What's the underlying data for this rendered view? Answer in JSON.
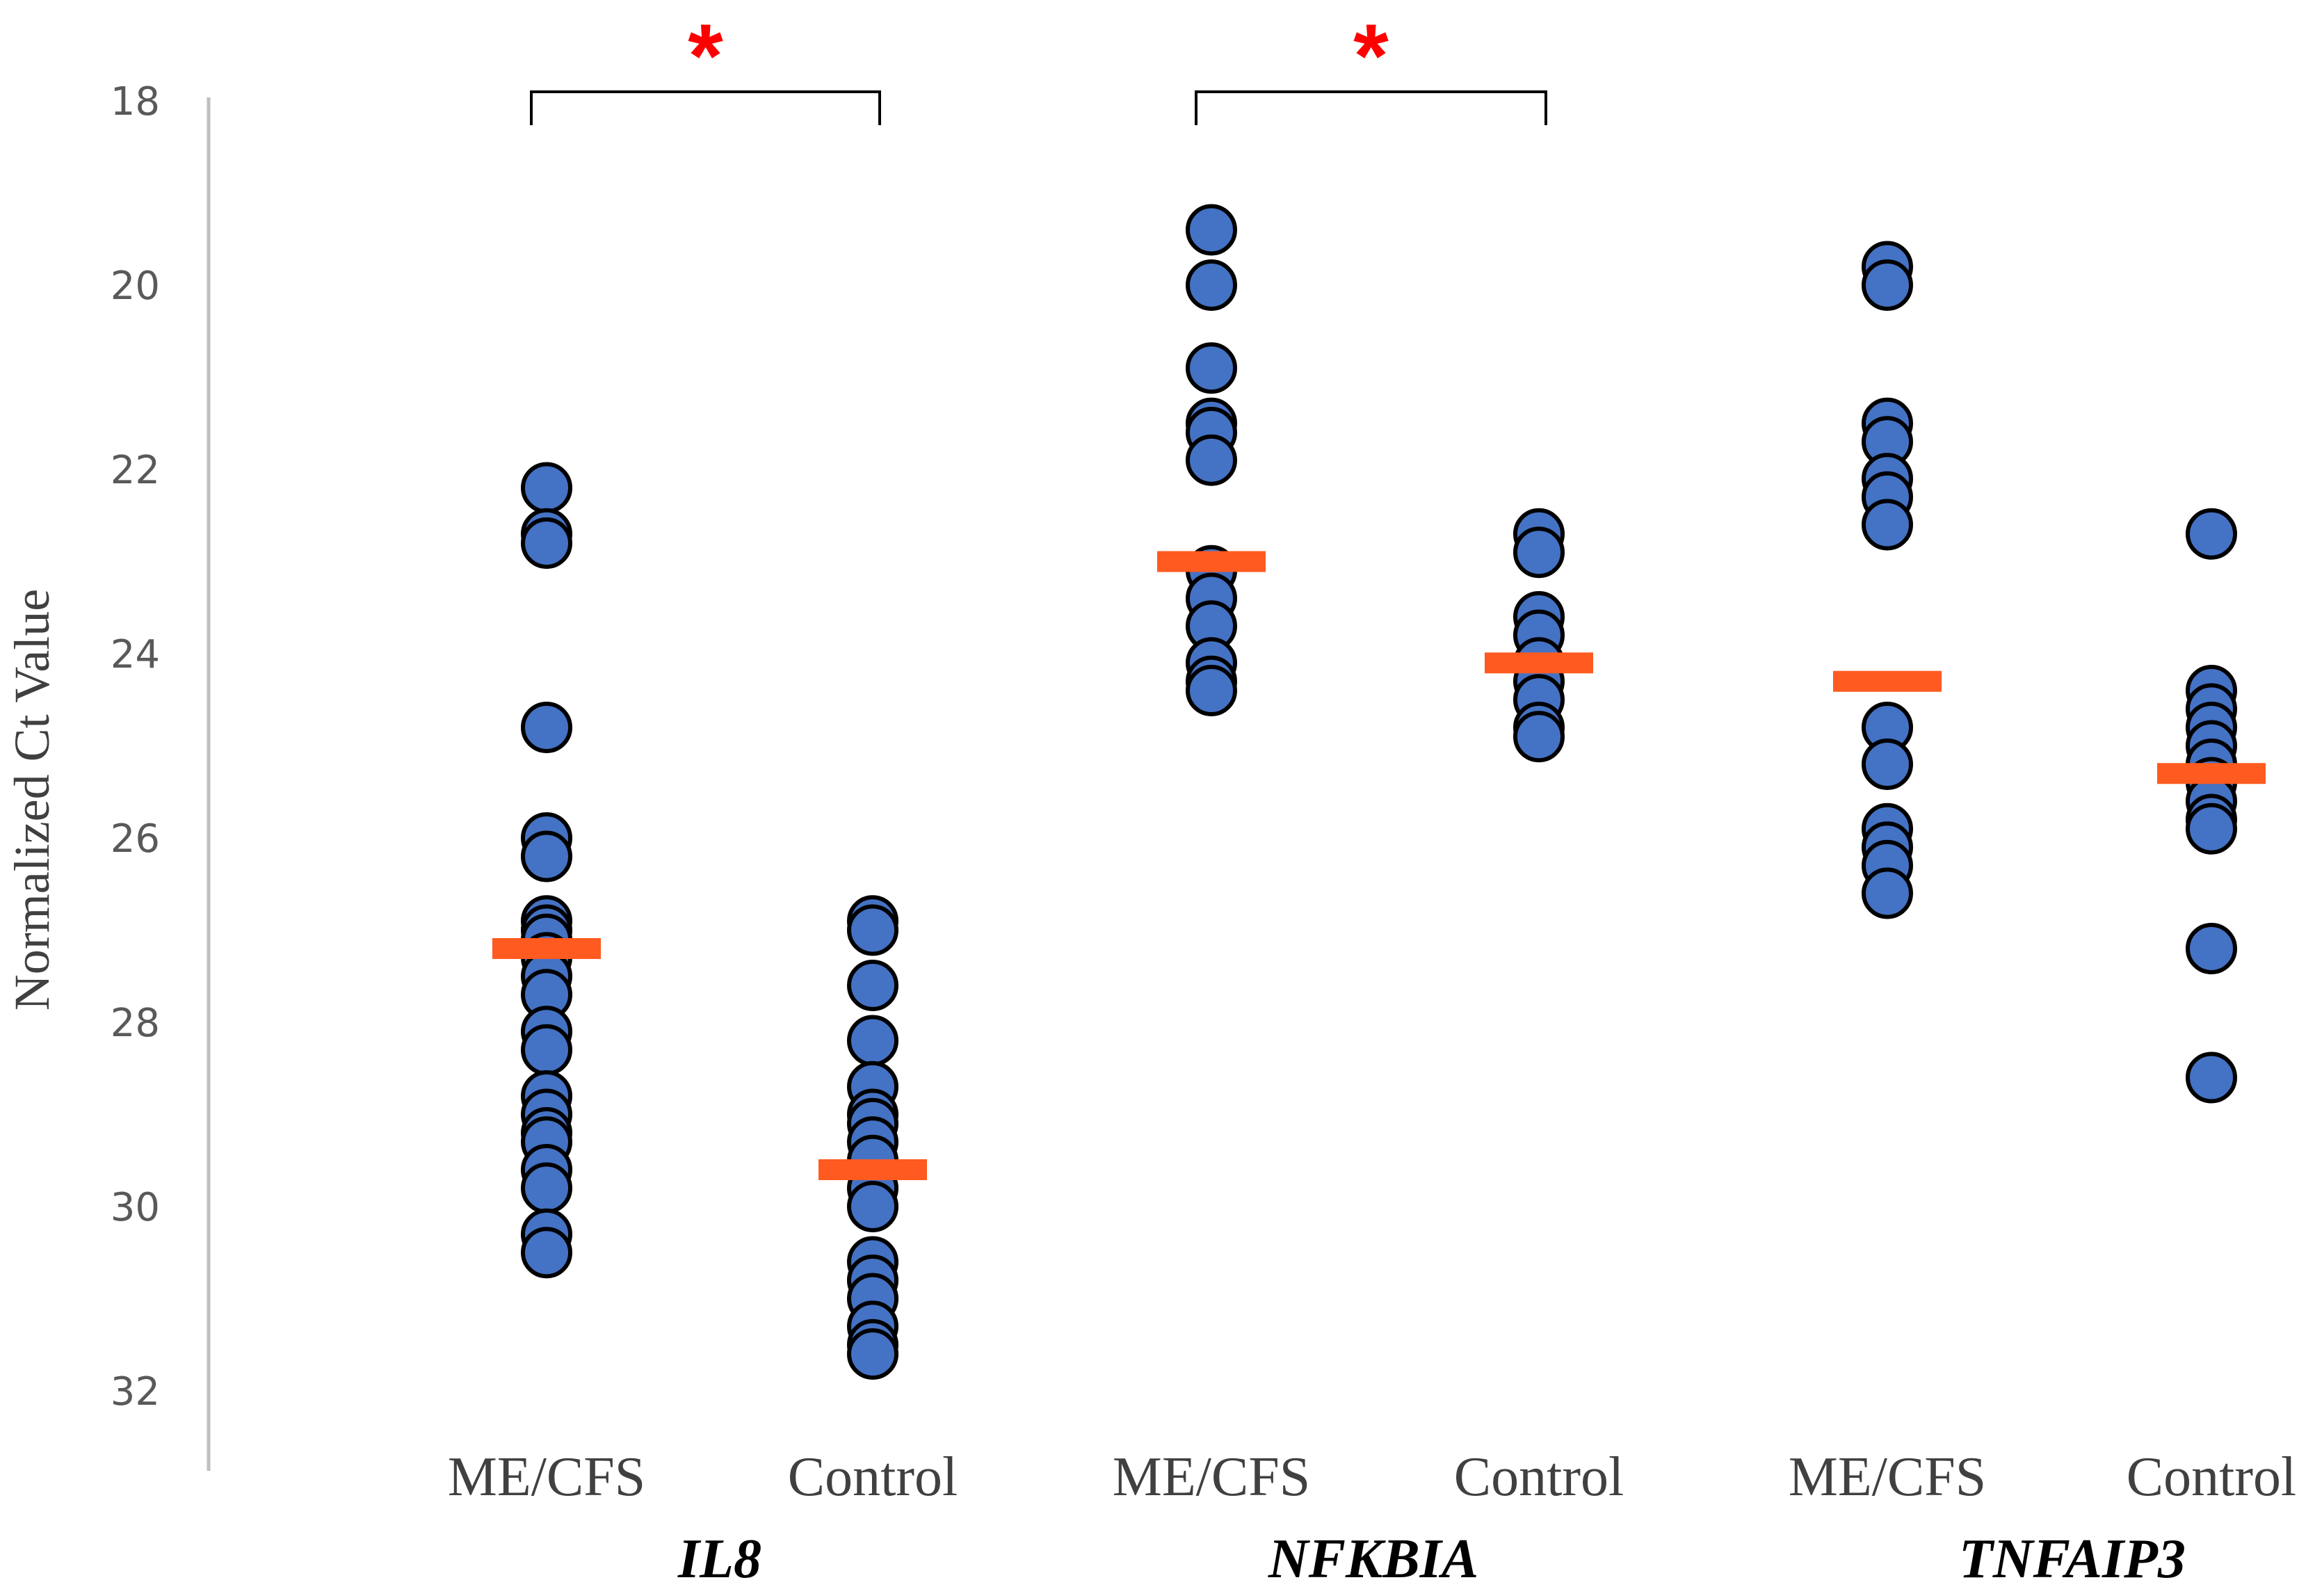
{
  "chart_data": {
    "type": "scatter",
    "title": "",
    "ylabel": "Normalized Ct Value",
    "ylim": [
      18,
      33
    ],
    "y_inverted": true,
    "yticks": [
      18,
      20,
      22,
      24,
      26,
      28,
      30,
      32
    ],
    "grid": false,
    "legend": "none",
    "categories": [
      "ME/CFS",
      "Control",
      "ME/CFS",
      "Control",
      "ME/CFS",
      "Control"
    ],
    "genes": [
      "IL8",
      "NFKBIA",
      "TNFAIP3"
    ],
    "colors": {
      "point_fill": "#4472c4",
      "point_stroke": "#000000",
      "mean": "#ff5a1f",
      "axis": "#bfbfbf",
      "significance": "#ff0000"
    },
    "groups": [
      {
        "gene": "IL8",
        "group": "ME/CFS",
        "mean": 27.2,
        "values": [
          22.2,
          22.7,
          22.8,
          24.8,
          26.0,
          26.2,
          26.9,
          27.0,
          27.1,
          27.3,
          27.5,
          27.7,
          28.1,
          28.3,
          28.8,
          29.0,
          29.2,
          29.3,
          29.6,
          29.8,
          30.3,
          30.5
        ]
      },
      {
        "gene": "IL8",
        "group": "Control",
        "mean": 29.6,
        "values": [
          26.9,
          27.0,
          27.6,
          28.2,
          28.7,
          29.0,
          29.1,
          29.3,
          29.5,
          29.8,
          30.0,
          30.6,
          30.8,
          31.0,
          31.3,
          31.5,
          31.6
        ]
      },
      {
        "gene": "NFKBIA",
        "group": "ME/CFS",
        "mean": 23.0,
        "values": [
          19.4,
          20.0,
          20.9,
          21.5,
          21.6,
          21.9,
          23.1,
          23.4,
          23.7,
          24.1,
          24.3,
          24.4
        ]
      },
      {
        "gene": "NFKBIA",
        "group": "Control",
        "mean": 24.1,
        "values": [
          22.7,
          22.9,
          23.6,
          23.8,
          24.1,
          24.3,
          24.5,
          24.8,
          24.9
        ]
      },
      {
        "gene": "TNFAIP3",
        "group": "ME/CFS",
        "mean": 24.3,
        "values": [
          19.8,
          20.0,
          21.5,
          21.7,
          22.1,
          22.3,
          22.6,
          24.8,
          25.2,
          25.9,
          26.1,
          26.3,
          26.6
        ]
      },
      {
        "gene": "TNFAIP3",
        "group": "Control",
        "mean": 25.3,
        "values": [
          22.7,
          24.4,
          24.6,
          24.8,
          25.0,
          25.2,
          25.4,
          25.6,
          25.8,
          25.9,
          27.2,
          28.6
        ]
      }
    ],
    "significance": [
      {
        "gene": "IL8",
        "label": "*"
      },
      {
        "gene": "NFKBIA",
        "label": "*"
      }
    ]
  }
}
